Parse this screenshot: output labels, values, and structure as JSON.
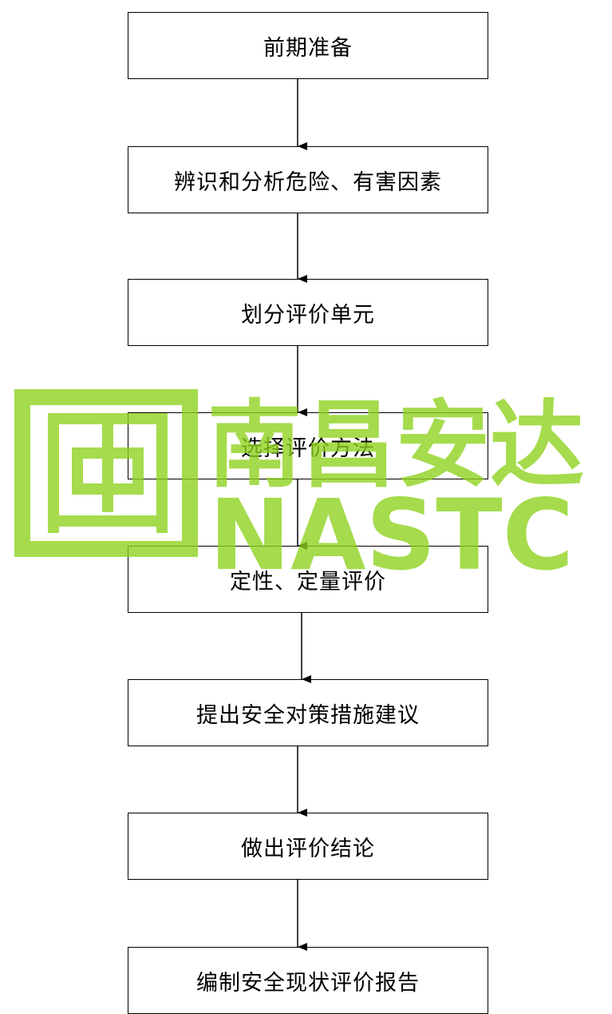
{
  "steps": [
    "前期准备",
    "辨识和分析危险、有害因素",
    "划分评价单元",
    "选择评价方法",
    "定性、定量评价",
    "提出安全对策措施建议",
    "做出评价结论",
    "编制安全现状评价报告"
  ],
  "watermark": {
    "text_cn": "南昌安达",
    "text_en": "NASTC",
    "color": "#8dd21b"
  }
}
